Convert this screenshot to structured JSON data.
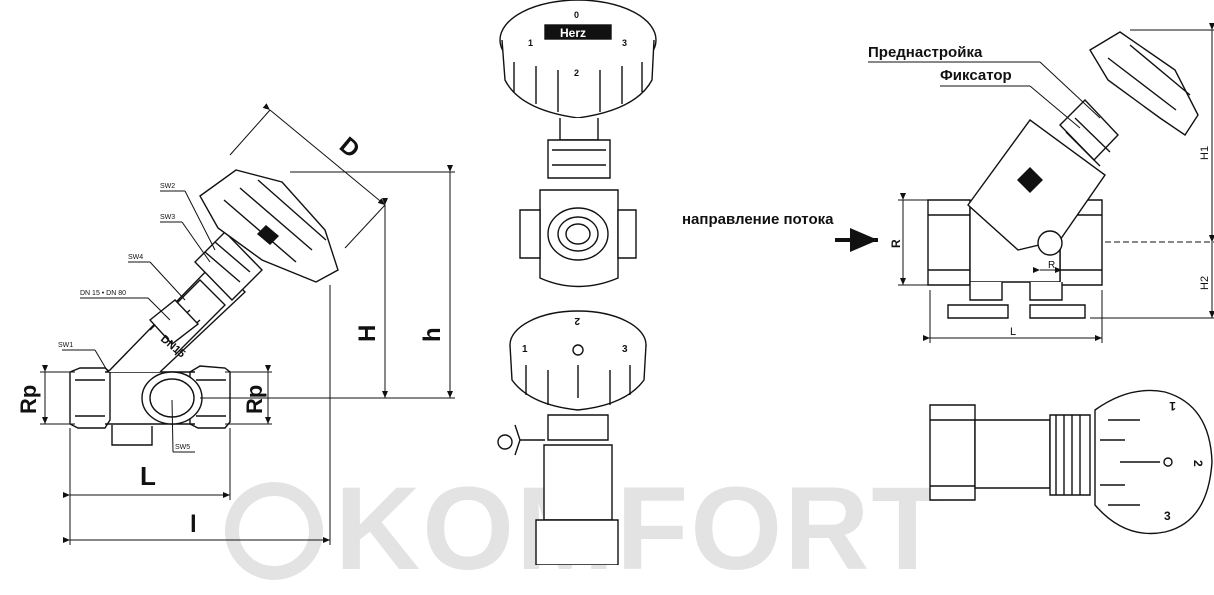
{
  "watermark": {
    "text": "KOMFORT"
  },
  "left_drawing": {
    "labels": {
      "D": "D",
      "H": "H",
      "h": "h",
      "L": "L",
      "l": "l",
      "Rp_left": "Rp",
      "Rp_right": "Rp",
      "sw1": "SW1",
      "sw2": "SW2",
      "sw3": "SW3",
      "sw4": "SW4",
      "sw5": "SW5",
      "dn_range": "DN 15 • DN 80",
      "dn_marking": "DN15"
    }
  },
  "center_top": {
    "brand": "Herz",
    "dial_numbers": [
      "0",
      "1",
      "2",
      "3"
    ]
  },
  "center_bottom": {
    "dial_numbers": [
      "1",
      "2",
      "3"
    ]
  },
  "right_drawing": {
    "preset_label": "Преднастройка",
    "lock_label": "Фиксатор",
    "flow_label": "направление потока",
    "labels": {
      "R": "R",
      "R_small": "R",
      "L": "L",
      "H1": "H1",
      "H2": "H2"
    }
  },
  "bottom_right": {
    "dial_numbers": [
      "1",
      "2",
      "3"
    ]
  },
  "colors": {
    "line": "#111111",
    "fill_light": "#ffffff",
    "fill_dark": "#222222",
    "watermark": "#e3e3e3"
  }
}
